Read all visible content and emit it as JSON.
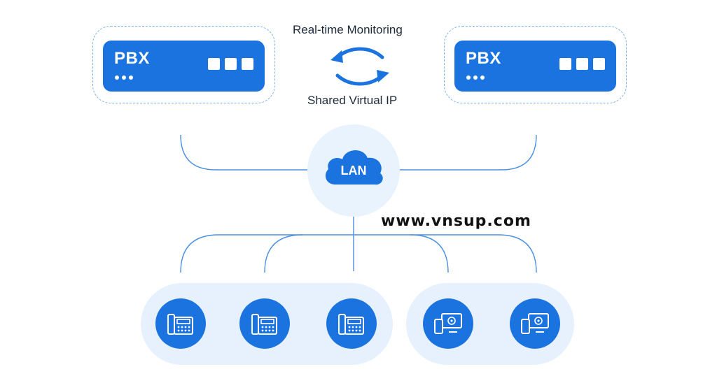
{
  "nodes": {
    "pbx_left": {
      "label": "PBX"
    },
    "pbx_right": {
      "label": "PBX"
    },
    "lan": {
      "label": "LAN"
    }
  },
  "captions": {
    "top": "Real-time Monitoring",
    "bottom": "Shared Virtual IP"
  },
  "watermark": "www.vnsup.com",
  "devices": {
    "phones": [
      "desk-phone-icon",
      "desk-phone-icon",
      "desk-phone-icon"
    ],
    "softphones": [
      "softphone-icon",
      "softphone-icon"
    ]
  },
  "colors": {
    "primary_blue": "#1b73e0",
    "light_blue": "#e6f1fd",
    "line_blue": "#4a8fe0",
    "dashed_border": "#7fb2ea"
  }
}
